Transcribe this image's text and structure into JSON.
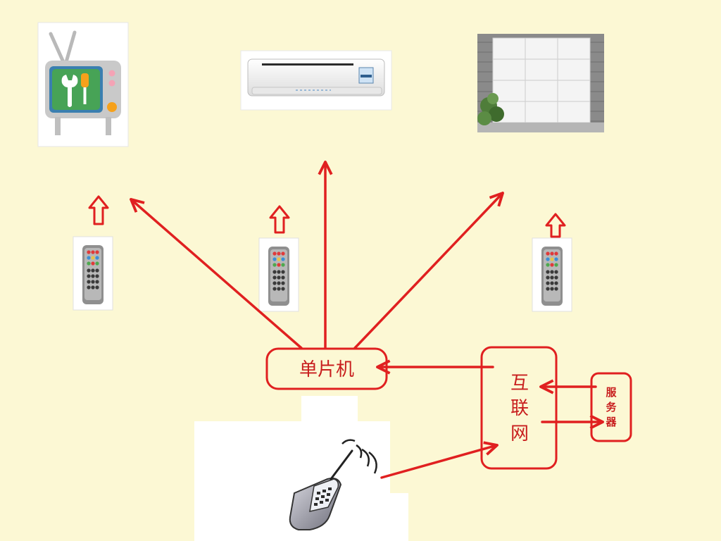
{
  "nodes": {
    "mcu": {
      "label": "单片机"
    },
    "internet": {
      "lines": [
        "互",
        "联",
        "网"
      ]
    },
    "server": {
      "lines": [
        "服",
        "务",
        "器"
      ]
    }
  },
  "devices": {
    "tv": {
      "icon": "tv-icon"
    },
    "air_conditioner": {
      "icon": "air-conditioner-icon"
    },
    "garage_door": {
      "icon": "garage-door-icon"
    },
    "remote_controls": {
      "icon": "remote-control-icon",
      "count": 3
    },
    "phone": {
      "icon": "mobile-phone-icon"
    }
  },
  "colors": {
    "background": "#fcf8d4",
    "arrow": "#e02020",
    "label": "#c81e1e"
  }
}
